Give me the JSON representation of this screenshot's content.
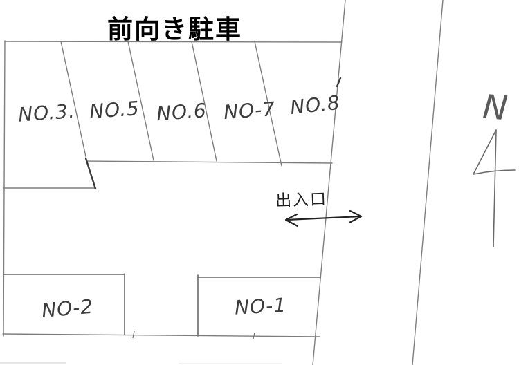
{
  "page": {
    "title": "前向き駐車"
  },
  "diagram": {
    "type": "parking-lot-sketch",
    "entrance_label": "出入口",
    "compass_label": "N",
    "colors": {
      "paper": "#ffffff",
      "pencil_line": "#7e7e7e",
      "ink_line": "#222222",
      "handwriting": "#3d3d3d",
      "title_text": "#000000"
    },
    "spaces": {
      "upper_row": [
        {
          "id": "no3",
          "label": "NO.3."
        },
        {
          "id": "no5",
          "label": "NO.5"
        },
        {
          "id": "no6",
          "label": "NO.6"
        },
        {
          "id": "no7",
          "label": "NO-7"
        },
        {
          "id": "no8",
          "label": "NO.8"
        }
      ],
      "lower_row": [
        {
          "id": "no2",
          "label": "NO-2"
        },
        {
          "id": "no1",
          "label": "NO-1"
        }
      ]
    }
  }
}
